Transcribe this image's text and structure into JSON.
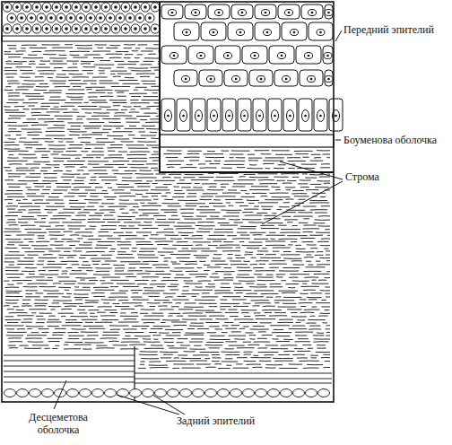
{
  "diagram": {
    "labels": [
      "Передний эпителий",
      "Боуменова оболочка",
      "Строма",
      "Десцеметова оболочка",
      "Задний эпителий"
    ]
  }
}
